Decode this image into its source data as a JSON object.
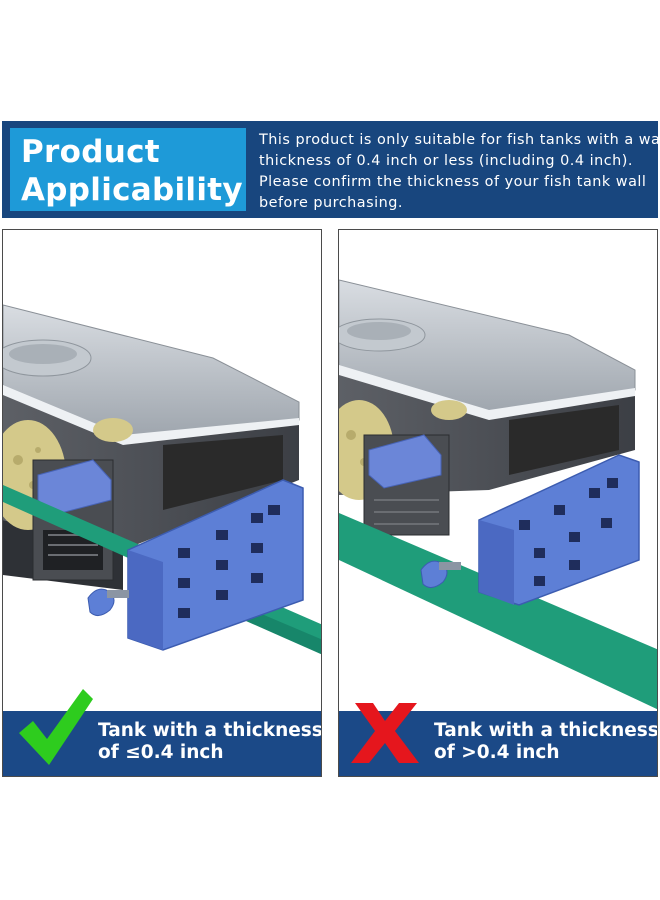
{
  "banner": {
    "title_line1": "Product",
    "title_line2": "Applicability",
    "description_lines": [
      "This product is only suitable for fish tanks with a wall",
      "thickness of 0.4 inch or less (including 0.4 inch).",
      "Please confirm the thickness of your fish tank wall",
      "before purchasing."
    ]
  },
  "panels": [
    {
      "caption_line1": "Tank with a thickness",
      "caption_line2": "of ≤0.4 inch",
      "status_icon": "green-check-icon"
    },
    {
      "caption_line1": "Tank with a thickness",
      "caption_line2": "of  >0.4 inch",
      "status_icon": "red-x-icon"
    }
  ],
  "colors": {
    "banner_bg": "#18467e",
    "title_bg": "#1e9ad8",
    "caption_bg": "#1b4987",
    "check_green": "#2ecc1e",
    "x_red": "#e5161d",
    "glass_green": "#1f9d7a",
    "clip_blue": "#5d7fd6"
  }
}
